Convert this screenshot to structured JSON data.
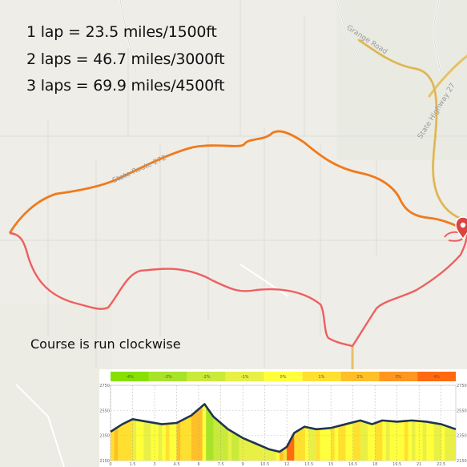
{
  "annotations": {
    "lap_lines": [
      "1 lap = 23.5 miles/1500ft",
      "2 laps = 46.7 miles/3000ft",
      "3 laps = 69.9 miles/4500ft"
    ],
    "direction_note": "Course is run clockwise"
  },
  "road_labels": {
    "state_route": "State Route 272",
    "state_highway": "State Highway 27",
    "grange_road": "Grange Road"
  },
  "colors": {
    "route_north": "#f07a1a",
    "route_south": "#ee5f5f",
    "highway": "#e7c167",
    "marker": "#d9453f",
    "elevation_line": "#1f3550"
  },
  "icons": {
    "start_marker": "map-pin-icon"
  },
  "elevation_profile": {
    "legend": [
      "-4%",
      "-3%",
      "-2%",
      "-1%",
      "0%",
      "1%",
      "2%",
      "3%",
      "4%"
    ],
    "legend_colors": [
      "#87e000",
      "#a8e32a",
      "#c9ea3a",
      "#e8f046",
      "#ffff3c",
      "#ffe030",
      "#ffbf28",
      "#ff9620",
      "#ff6a10"
    ],
    "x_ticks": [
      "0",
      "1.5",
      "3",
      "4.5",
      "6",
      "7.5",
      "9",
      "10.5",
      "12",
      "13.5",
      "15",
      "16.5",
      "18",
      "19.5",
      "21",
      "22.5"
    ],
    "y_ticks_left": [
      "2750",
      "2550",
      "2350",
      "2150"
    ],
    "y_ticks_right": [
      "2750",
      "2550",
      "2350",
      "2150"
    ],
    "distance_max": 23.5,
    "elevation_range": [
      2150,
      2750
    ],
    "profile": [
      {
        "d": 0,
        "e": 2380
      },
      {
        "d": 0.8,
        "e": 2440
      },
      {
        "d": 1.5,
        "e": 2480
      },
      {
        "d": 2.5,
        "e": 2460
      },
      {
        "d": 3.5,
        "e": 2440
      },
      {
        "d": 4.5,
        "e": 2450
      },
      {
        "d": 5.5,
        "e": 2510
      },
      {
        "d": 6.4,
        "e": 2600
      },
      {
        "d": 7,
        "e": 2500
      },
      {
        "d": 8,
        "e": 2400
      },
      {
        "d": 9,
        "e": 2330
      },
      {
        "d": 10,
        "e": 2280
      },
      {
        "d": 10.8,
        "e": 2240
      },
      {
        "d": 11.5,
        "e": 2220
      },
      {
        "d": 12,
        "e": 2260
      },
      {
        "d": 12.5,
        "e": 2370
      },
      {
        "d": 13.2,
        "e": 2420
      },
      {
        "d": 14,
        "e": 2400
      },
      {
        "d": 15,
        "e": 2410
      },
      {
        "d": 16,
        "e": 2440
      },
      {
        "d": 17,
        "e": 2470
      },
      {
        "d": 17.8,
        "e": 2440
      },
      {
        "d": 18.5,
        "e": 2470
      },
      {
        "d": 19.5,
        "e": 2460
      },
      {
        "d": 20.5,
        "e": 2470
      },
      {
        "d": 21.5,
        "e": 2460
      },
      {
        "d": 22.5,
        "e": 2440
      },
      {
        "d": 23.5,
        "e": 2400
      }
    ]
  }
}
